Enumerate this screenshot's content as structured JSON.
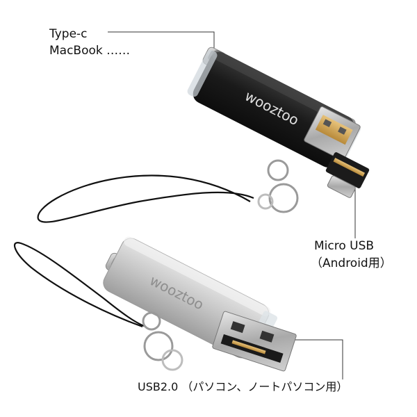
{
  "labels": {
    "type_c": "Type-c",
    "macbook": "MacBook ……",
    "micro_usb": "Micro USB",
    "android": "（Android用）",
    "usb2": "USB2.0 （パソコン、ノートパソコン用）"
  },
  "devices": {
    "black_brand": "wooztoo",
    "silver_brand": "wooztoo"
  },
  "colors": {
    "background": "#ffffff",
    "black_body": "#1e1e1e",
    "silver_body": "#c9c9c9",
    "metal": "#b8b8b8",
    "callout_line": "#333333",
    "text": "#111111"
  }
}
